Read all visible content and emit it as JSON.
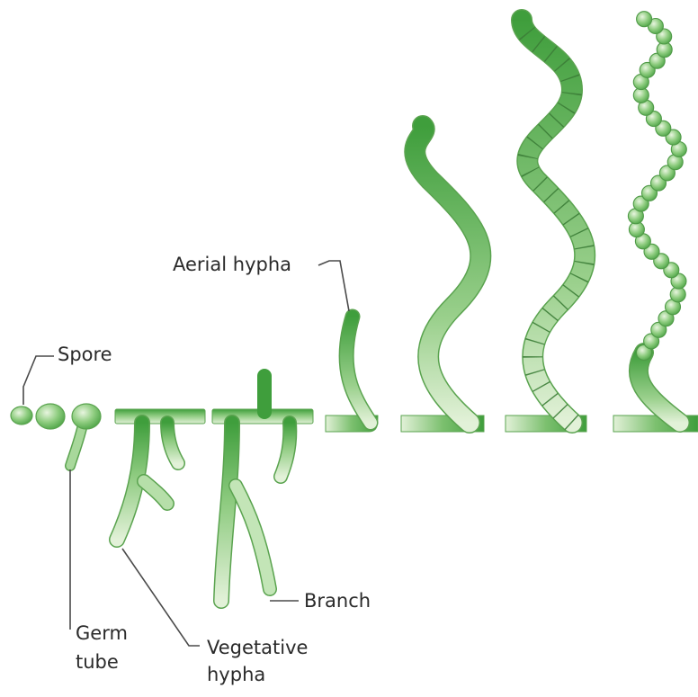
{
  "labels": {
    "spore": "Spore",
    "germ_tube_line1": "Germ",
    "germ_tube_line2": "tube",
    "vegetative_line1": "Vegetative",
    "vegetative_line2": "hypha",
    "branch": "Branch",
    "aerial": "Aerial hypha"
  },
  "colors": {
    "dark_green": "#3f9e3c",
    "mid_green": "#7cc06f",
    "light_green": "#d6ecc8",
    "outline": "#4d9a45",
    "leader": "#4a4a4a"
  },
  "stages": [
    "spore",
    "germination",
    "vegetative-mycelium",
    "branched-mycelium",
    "aerial-hypha-emergence",
    "aerial-hypha",
    "septation",
    "spore-chain"
  ]
}
